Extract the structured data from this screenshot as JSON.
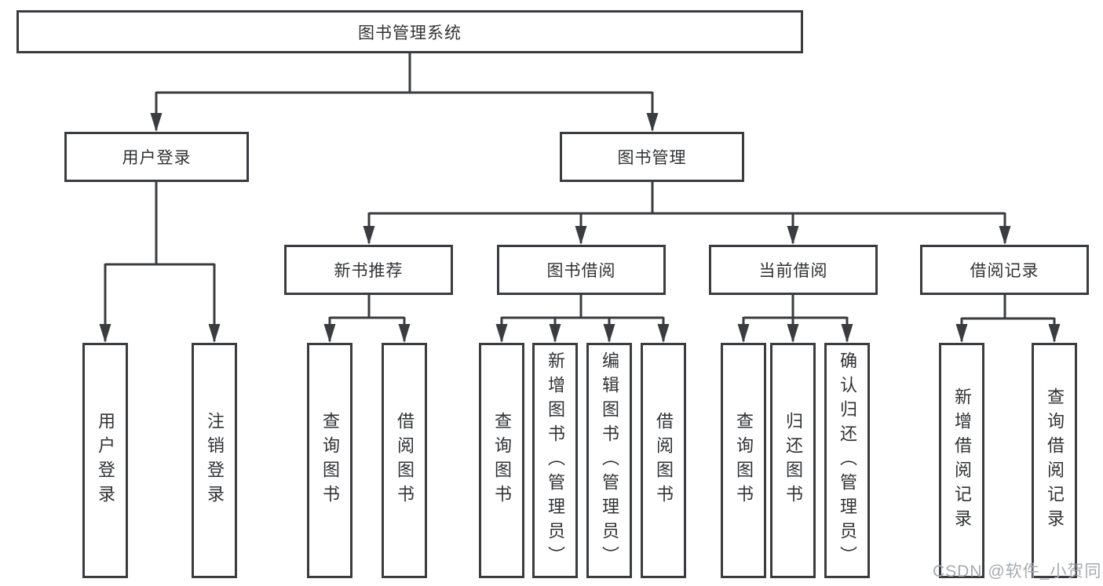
{
  "diagram": {
    "root": {
      "label": "图书管理系统"
    },
    "level2": [
      {
        "label": "用户登录"
      },
      {
        "label": "图书管理"
      }
    ],
    "level3": [
      {
        "label": "新书推荐"
      },
      {
        "label": "图书借阅"
      },
      {
        "label": "当前借阅"
      },
      {
        "label": "借阅记录"
      }
    ],
    "leaves": [
      {
        "label": "用户登录"
      },
      {
        "label": "注销登录"
      },
      {
        "label": "查询图书"
      },
      {
        "label": "借阅图书"
      },
      {
        "label": "查询图书"
      },
      {
        "label": "新增图书（管理员）"
      },
      {
        "label": "编辑图书（管理员）"
      },
      {
        "label": "借阅图书"
      },
      {
        "label": "查询图书"
      },
      {
        "label": "归还图书"
      },
      {
        "label": "确认归还（管理员）"
      },
      {
        "label": "新增借阅记录"
      },
      {
        "label": "查询借阅记录"
      }
    ],
    "watermark": "CSDN @软件_小贺同学",
    "colors": {
      "line": "#3a3c3f",
      "text": "#303234",
      "background": "#ffffff",
      "watermark": "#a6abb2"
    }
  }
}
